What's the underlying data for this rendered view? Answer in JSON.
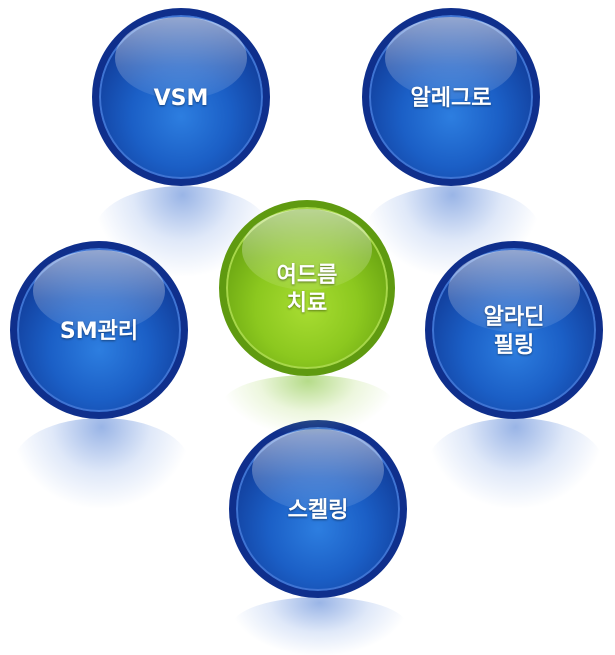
{
  "diagram": {
    "center_node": {
      "line1": "여드름",
      "line2": "치료"
    },
    "nodes": [
      {
        "id": "vsm",
        "line1": "VSM"
      },
      {
        "id": "allegro",
        "line1": "알레그로"
      },
      {
        "id": "sm",
        "line1": "SM관리"
      },
      {
        "id": "aladin",
        "line1": "알라딘",
        "line2": "필링"
      },
      {
        "id": "scaling",
        "line1": "스켈링"
      }
    ],
    "colors": {
      "outer_node": "#1b5fc6",
      "center_node": "#8cc81f"
    }
  }
}
